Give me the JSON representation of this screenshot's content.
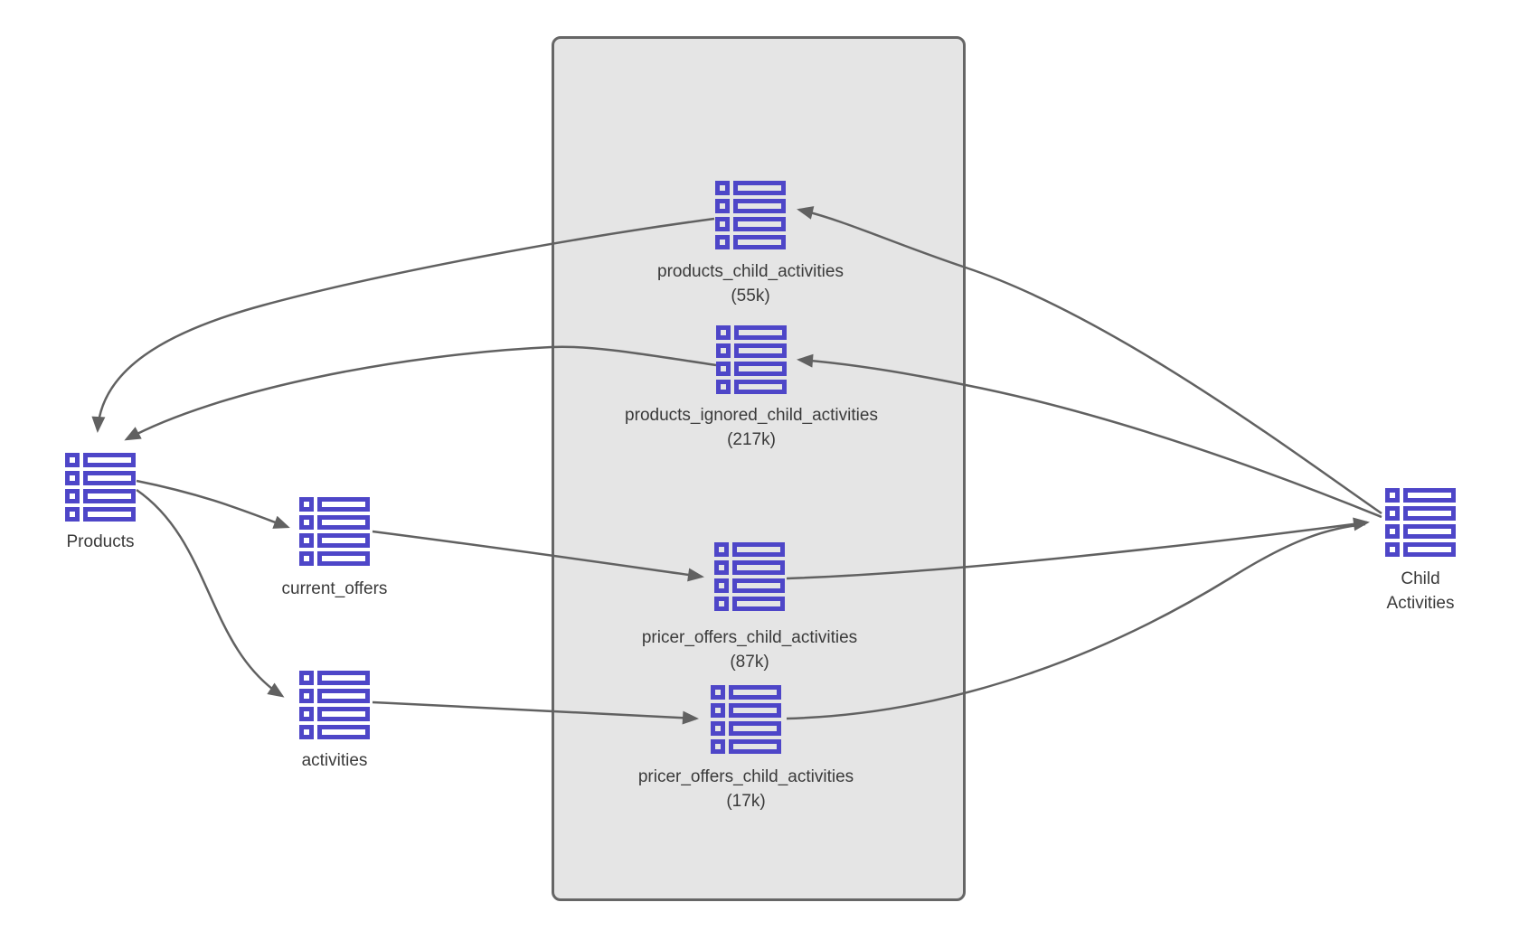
{
  "diagram": {
    "title": "",
    "colors": {
      "icon_stroke": "#4e46c8",
      "edge_stroke": "#616161",
      "group_fill": "#e5e5e5",
      "group_border": "#666666",
      "label_text": "#3a3a3a",
      "background": "#ffffff"
    },
    "nodes": {
      "products": {
        "label": "Products"
      },
      "current_offers": {
        "label": "current_offers"
      },
      "activities": {
        "label": "activities"
      },
      "products_child_activities": {
        "label": "products_child_activities",
        "count": "(55k)"
      },
      "products_ignored_child_activities": {
        "label": "products_ignored_child_activities",
        "count": "(217k)"
      },
      "pricer_offers_child_activities_87k": {
        "label": "pricer_offers_child_activities",
        "count": "(87k)"
      },
      "pricer_offers_child_activities_17k": {
        "label": "pricer_offers_child_activities",
        "count": "(17k)"
      },
      "child_activities": {
        "label": "Child Activities"
      }
    },
    "edges": [
      {
        "from": "products_child_activities",
        "to": "products"
      },
      {
        "from": "products_ignored_child_activities",
        "to": "products"
      },
      {
        "from": "products",
        "to": "current_offers"
      },
      {
        "from": "products",
        "to": "activities"
      },
      {
        "from": "current_offers",
        "to": "pricer_offers_child_activities_87k"
      },
      {
        "from": "activities",
        "to": "pricer_offers_child_activities_17k"
      },
      {
        "from": "pricer_offers_child_activities_87k",
        "to": "child_activities"
      },
      {
        "from": "pricer_offers_child_activities_17k",
        "to": "child_activities"
      },
      {
        "from": "child_activities",
        "to": "products_child_activities"
      },
      {
        "from": "child_activities",
        "to": "products_ignored_child_activities"
      }
    ]
  }
}
